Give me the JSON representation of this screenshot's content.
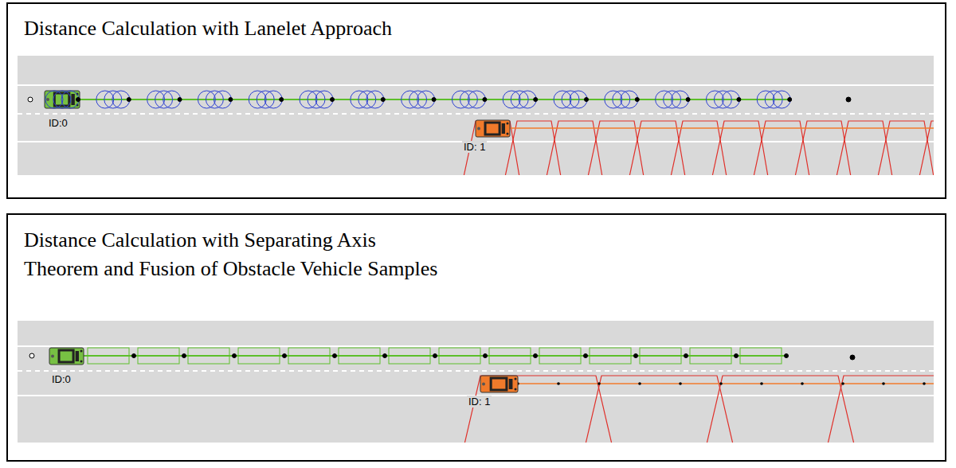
{
  "diagram": {
    "nodes": [
      {
        "text": [
          "Distance Calculation with Lanelet Approach"
        ]
      },
      {
        "text": [
          "Distance Calculation with Separating Axis Theorem and Fusion of Obstacle Vehicle Samples"
        ]
      }
    ],
    "labels": [
      "ID:0",
      "ID: 1",
      "ID:0",
      "ID: 1"
    ]
  }
}
